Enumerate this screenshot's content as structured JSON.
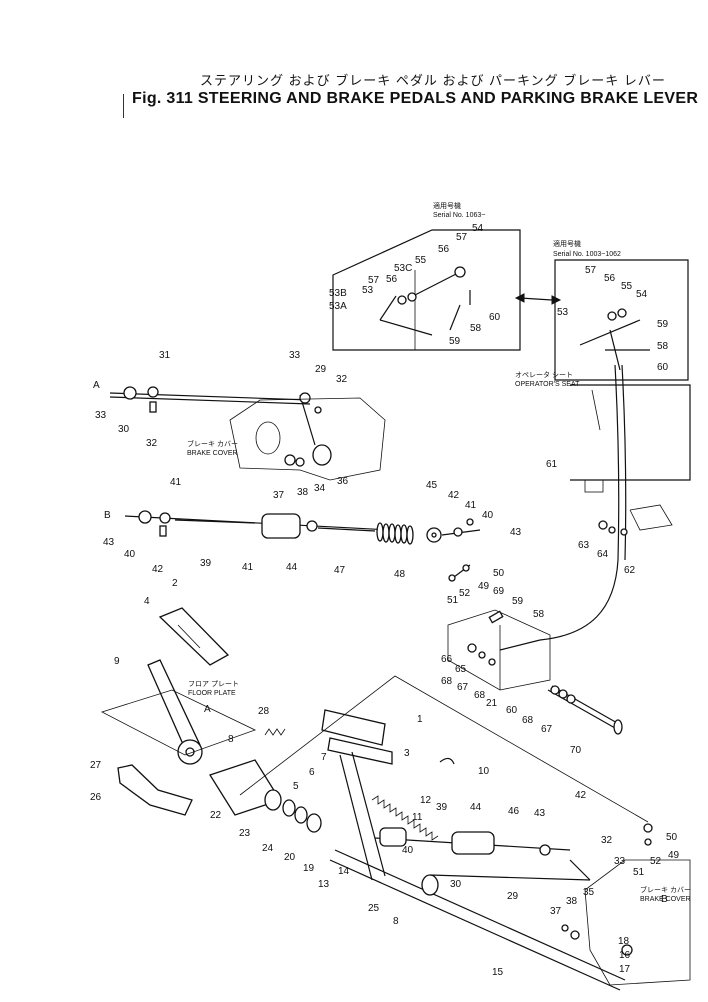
{
  "title": {
    "japanese": "ステアリング および ブレーキ ペダル および パーキング ブレーキ レバー",
    "english": "Fig. 311  STEERING AND BRAKE PEDALS AND PARKING BRAKE LEVER"
  },
  "insets": {
    "left": {
      "jp": "適用号機",
      "serial": "Serial No. 1063~"
    },
    "right": {
      "jp": "適用号機",
      "serial": "Serial No. 1003~1062"
    }
  },
  "annotations": {
    "operators_seat_jp": "オペレータ シート",
    "operators_seat": "OPERATOR'S SEAT",
    "brake_cover_jp": "ブレーキ カバー",
    "brake_cover": "BRAKE COVER",
    "floor_plate_jp": "フロア プレート",
    "floor_plate": "FLOOR PLATE",
    "brake_cover2_jp": "ブレーキ カバー",
    "brake_cover2": "BRAKE COVER"
  },
  "callouts": {
    "A1": "A",
    "B1": "B",
    "A2": "A",
    "B2": "B",
    "c31": "31",
    "c33a": "33",
    "c30a": "30",
    "c32a": "32",
    "c33b": "33",
    "c29a": "29",
    "c32b": "32",
    "c37a": "37",
    "c38a": "38",
    "c34": "34",
    "c36": "36",
    "c41a": "41",
    "c43a": "43",
    "c40a": "40",
    "c42a": "42",
    "c39a": "39",
    "c41b": "41",
    "c44a": "44",
    "c47": "47",
    "c48": "48",
    "c45": "45",
    "c42b": "42",
    "c41c": "41",
    "c40b": "40",
    "c43b": "43",
    "c50a": "50",
    "c49a": "49",
    "c52a": "52",
    "c51a": "51",
    "c53a": "53",
    "c57a": "57",
    "c53b": "53B",
    "c53c": "53A",
    "c53d": "53C",
    "c55a": "55",
    "c56a": "56",
    "c56b": "56",
    "c57b": "57",
    "c54a": "54",
    "c58a": "58",
    "c59a": "59",
    "c60a": "60",
    "c57c": "57",
    "c56c": "56",
    "c55b": "55",
    "c54b": "54",
    "c53e": "53",
    "c59b": "59",
    "c58b": "58",
    "c60b": "60",
    "c61": "61",
    "c63": "63",
    "c64": "64",
    "c62": "62",
    "c69": "69",
    "c59c": "59",
    "c58c": "58",
    "c66": "66",
    "c65": "65",
    "c68a": "68",
    "c67a": "67",
    "c68b": "68",
    "c21": "21",
    "c60c": "60",
    "c68c": "68",
    "c67b": "67",
    "c70": "70",
    "c2": "2",
    "c4": "4",
    "c9": "9",
    "c8": "8",
    "c28": "28",
    "c27": "27",
    "c26": "26",
    "c22": "22",
    "c23": "23",
    "c24": "24",
    "c20": "20",
    "c19": "19",
    "c1": "1",
    "c3": "3",
    "c10": "10",
    "c7": "7",
    "c6": "6",
    "c5": "5",
    "c12": "12",
    "c11": "11",
    "c14": "14",
    "c13": "13",
    "c25": "25",
    "c8b": "8",
    "c39b": "39",
    "c44b": "44",
    "c46": "46",
    "c43c": "43",
    "c42c": "42",
    "c40c": "40",
    "c30b": "30",
    "c29b": "29",
    "c32c": "32",
    "c33c": "33",
    "c35": "35",
    "c38b": "38",
    "c37b": "37",
    "c51b": "51",
    "c52b": "52",
    "c49b": "49",
    "c50b": "50",
    "c18": "18",
    "c16": "16",
    "c17": "17",
    "c15": "15"
  }
}
